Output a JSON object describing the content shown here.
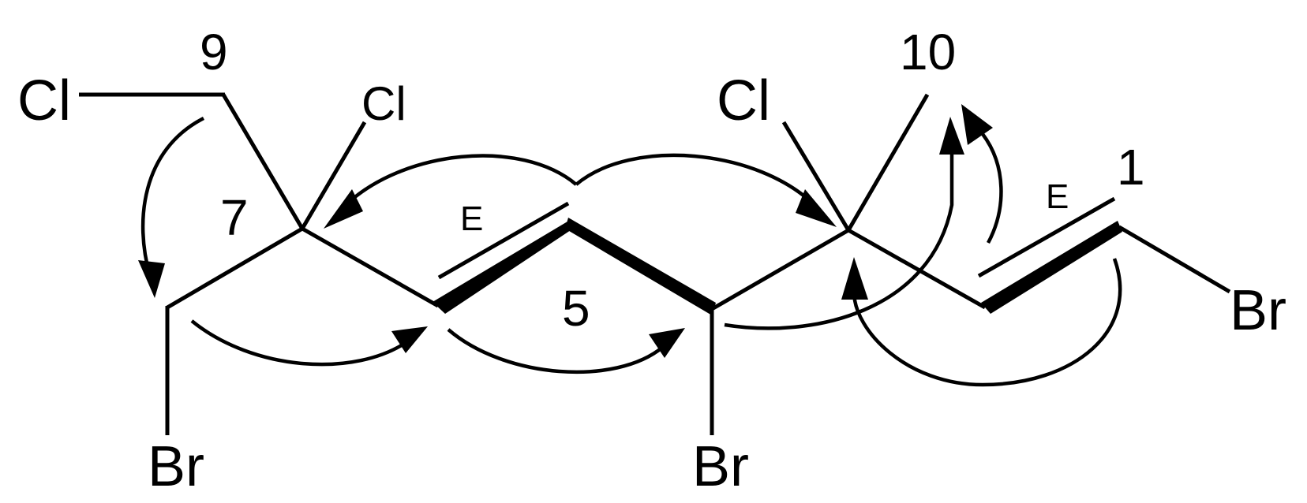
{
  "molecule": {
    "atoms": {
      "cl_top_left": "Cl",
      "cl_c8": "Cl",
      "cl_c3": "Cl",
      "br_c7": "Br",
      "br_c4": "Br",
      "br_c1": "Br"
    },
    "locants": {
      "c9": "9",
      "c7": "7",
      "c5": "5",
      "c10": "10",
      "c1": "1"
    },
    "stereo": {
      "db_5_6": "E",
      "db_1_2": "E"
    }
  }
}
